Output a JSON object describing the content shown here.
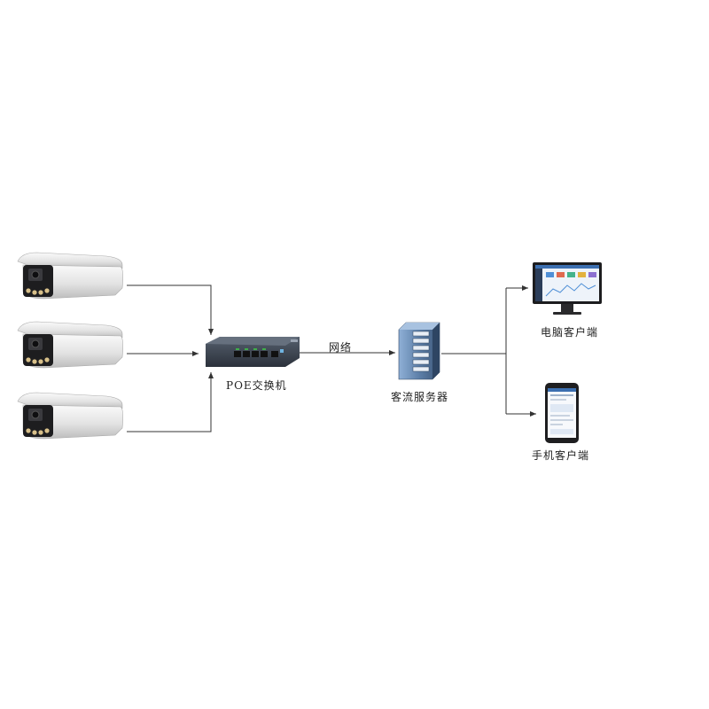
{
  "labels": {
    "switch": "POE交换机",
    "network": "网络",
    "server": "客流服务器",
    "pc_client": "电脑客户端",
    "mobile_client": "手机客户端"
  },
  "nodes": {
    "cameras": [
      "camera-1",
      "camera-2",
      "camera-3"
    ],
    "switch": "poe-switch",
    "server": "passenger-flow-server",
    "clients": [
      "pc-monitor",
      "mobile-phone"
    ]
  },
  "colors": {
    "line": "#333333",
    "switch_body": "#3a4250",
    "server_body": "#6f8fb6",
    "camera_body": "#e6e6e6",
    "led": "#d8c08a"
  }
}
